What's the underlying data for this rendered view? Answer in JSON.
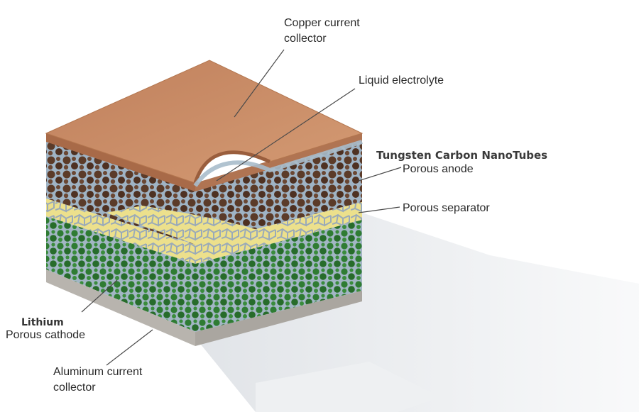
{
  "labels": {
    "copper": [
      "Copper current",
      "collector"
    ],
    "electrolyte": "Liquid electrolyte",
    "tungsten": "Tungsten Carbon NanoTubes",
    "anode": "Porous anode",
    "separator": "Porous separator",
    "lithium": "Lithium",
    "cathode": "Porous cathode",
    "aluminum": [
      "Aluminum current",
      "collector"
    ]
  },
  "colors": {
    "copper": "#c98a63",
    "anode_particles": "#5a3a28",
    "separator": "#efe495",
    "cathode_particles": "#2f7a33",
    "electrolyte": "#a9bccb",
    "aluminum": "#b7b3ad"
  }
}
